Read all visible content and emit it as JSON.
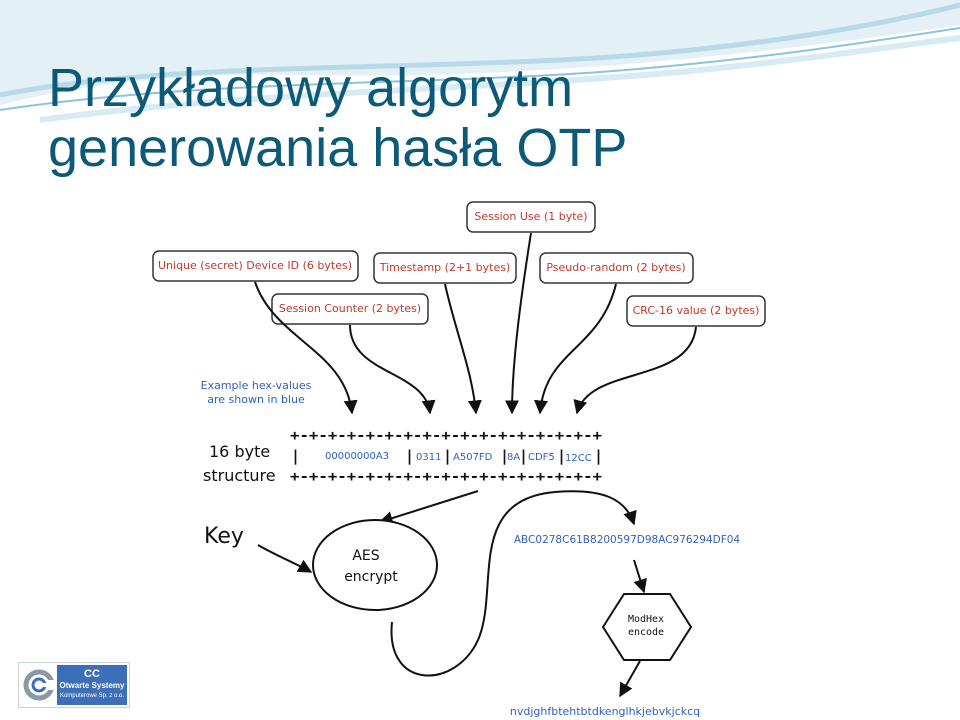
{
  "slide": {
    "title_line1": "Przykładowy algorytm",
    "title_line2": "generowania hasła OTP",
    "accent_color": "#0c5a78"
  },
  "diagram": {
    "labels": {
      "session_use": "Session Use (1 byte)",
      "device_id": "Unique (secret) Device ID (6 bytes)",
      "timestamp": "Timestamp (2+1 bytes)",
      "pseudo_random": "Pseudo-random (2 bytes)",
      "session_counter": "Session Counter (2 bytes)",
      "crc": "CRC-16 value (2 bytes)"
    },
    "note_line1": "Example hex-values",
    "note_line2": "are shown in blue",
    "structure_line1": "16 byte",
    "structure_line2": "structure",
    "ascii_border": "+-+-+-+-+-+-+-+-+-+-+-+-+-+-+-+-+",
    "separator": "|",
    "hex": {
      "device_id": "00000000A3",
      "counter": "0311",
      "timestamp": "A507FD",
      "session_use": "8A",
      "random": "CDF5",
      "crc": "12CC"
    },
    "key_label": "Key",
    "aes_line1": "AES",
    "aes_line2": "encrypt",
    "encrypted": "ABC0278C61B8200597D98AC976294DF04",
    "modhex_line1": "ModHex",
    "modhex_line2": "encode",
    "output": "nvdjghfbtehtbtdkenglhkjebvkjckcq"
  },
  "logo": {
    "line1": "CC",
    "line2": "Otwarte Systemy",
    "line3": "Komputerowe Sp. z o.o.",
    "color": "#3d6fb8"
  }
}
